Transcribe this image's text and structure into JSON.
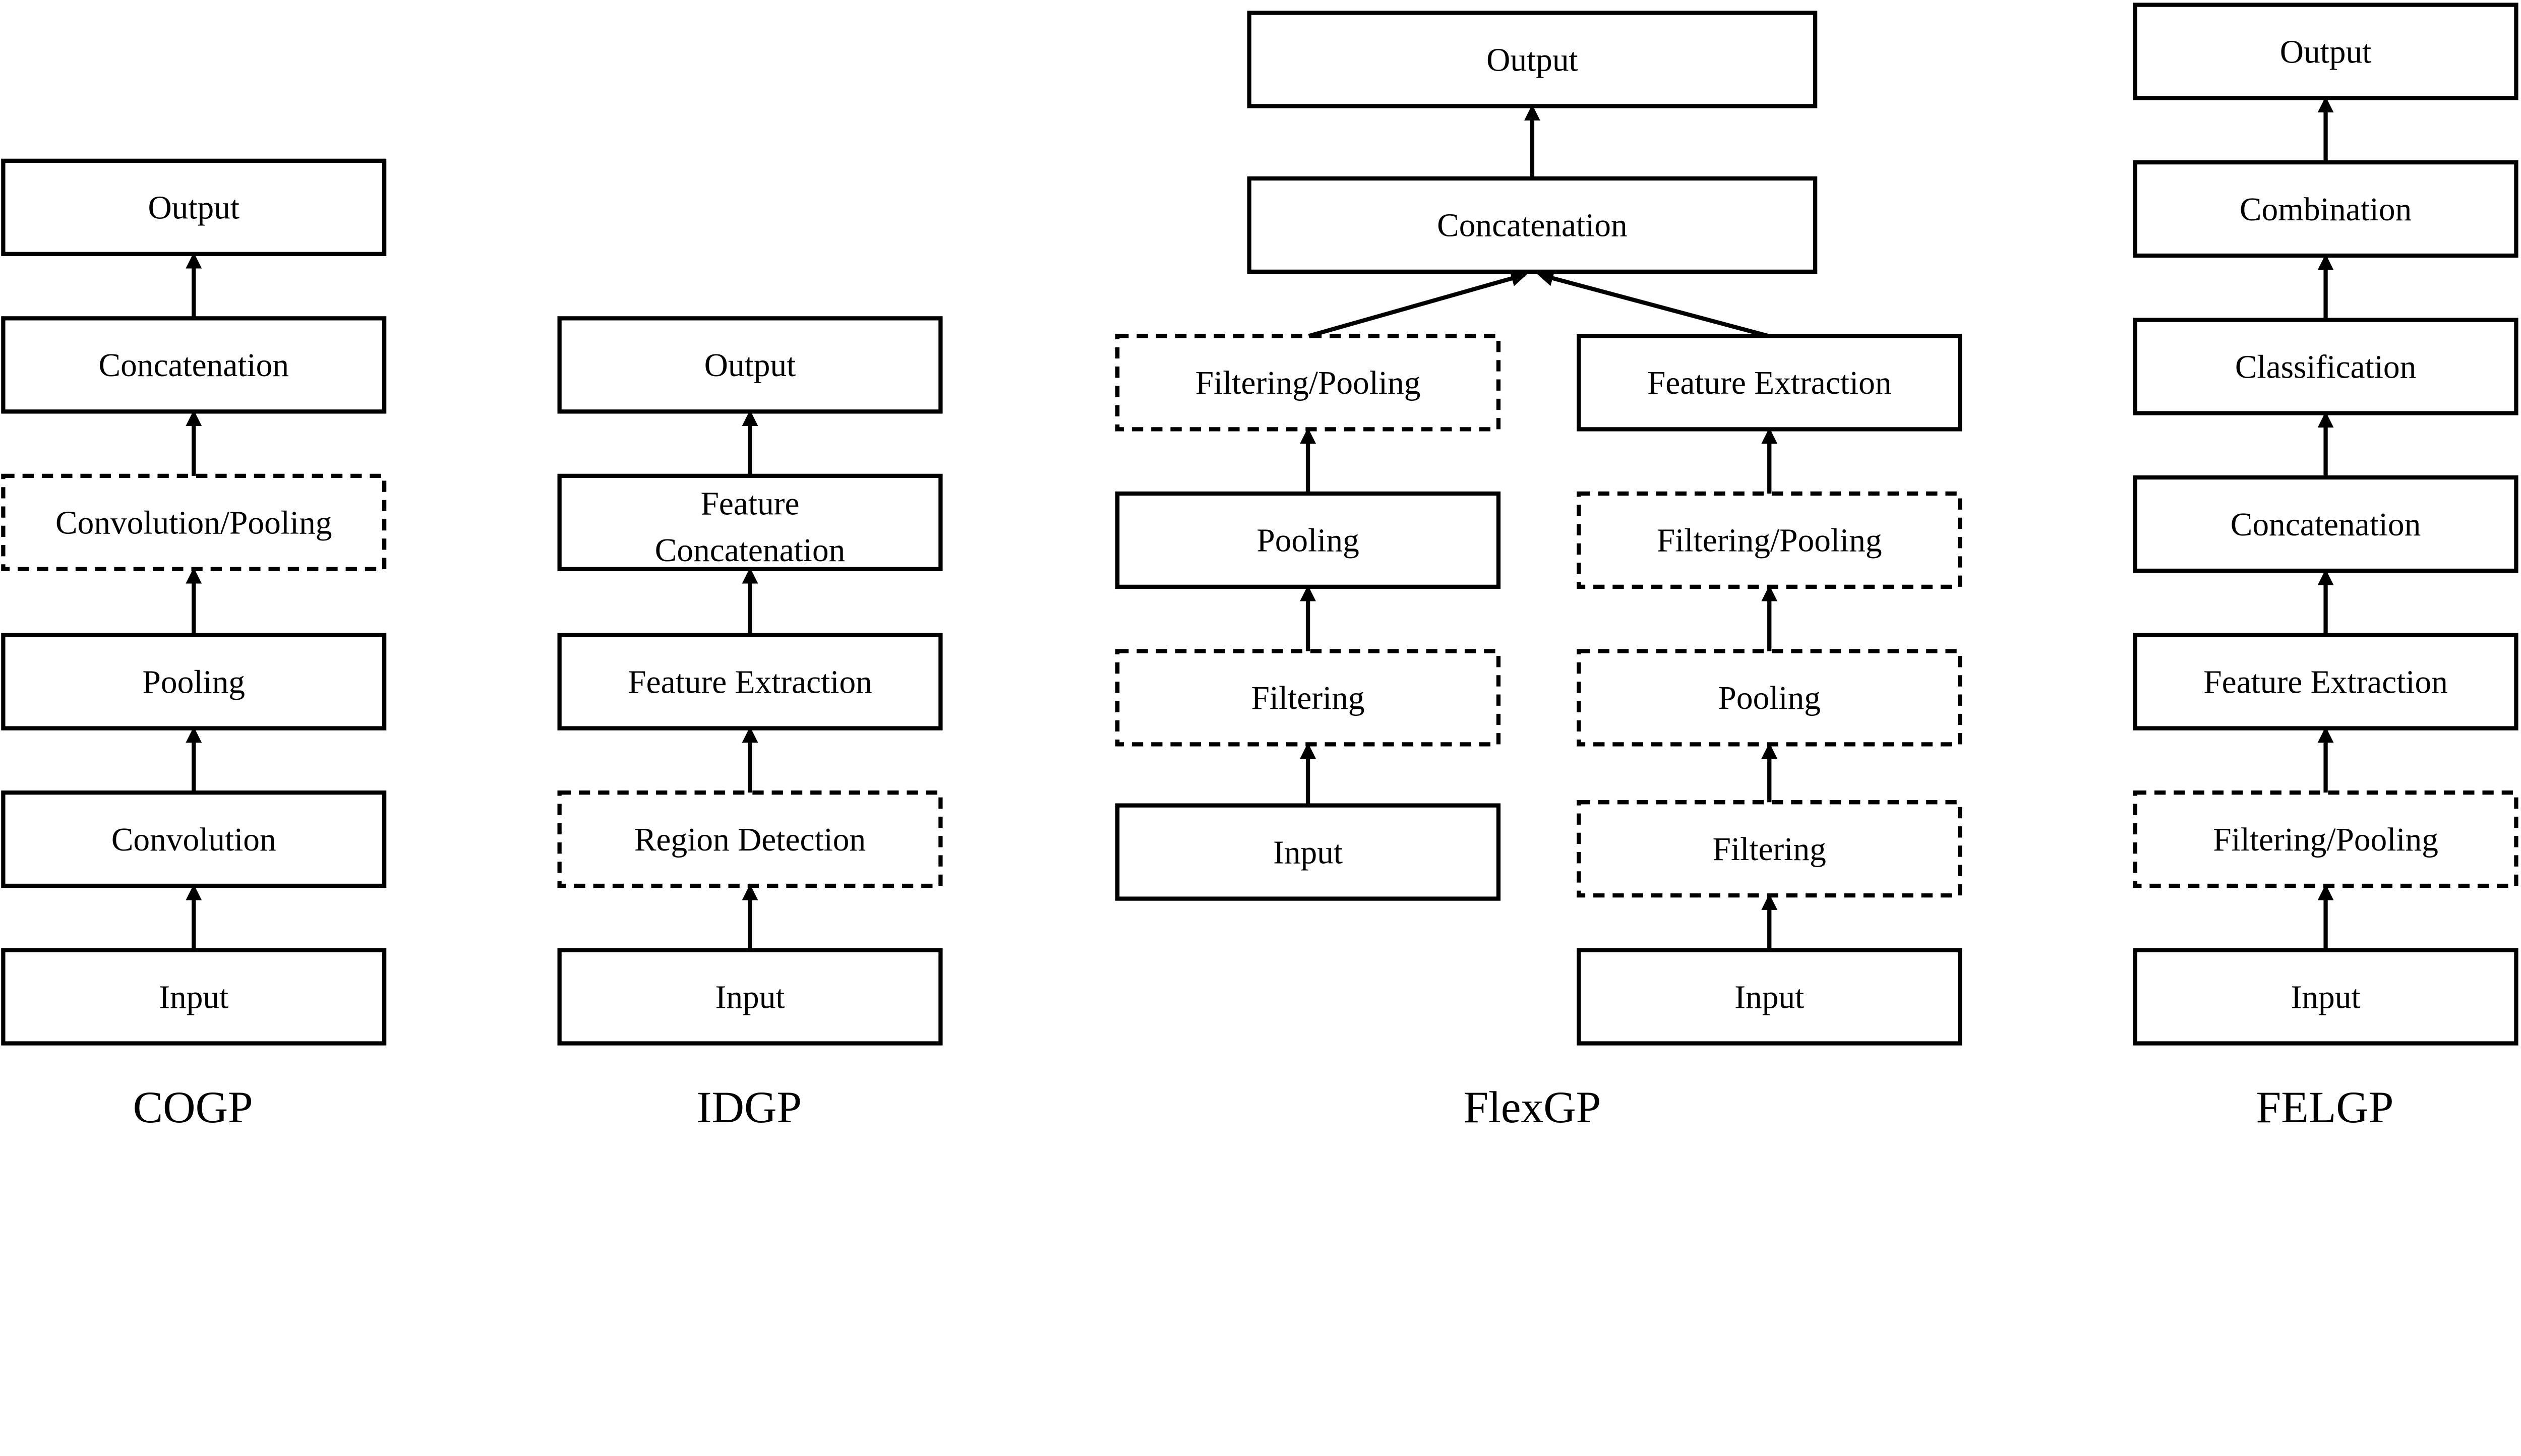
{
  "diagrams": [
    {
      "name": "COGP",
      "boxes": [
        {
          "label": "Output",
          "dashed": false
        },
        {
          "label": "Concatenation",
          "dashed": false
        },
        {
          "label": "Convolution/Pooling",
          "dashed": true
        },
        {
          "label": "Pooling",
          "dashed": false
        },
        {
          "label": "Convolution",
          "dashed": false
        },
        {
          "label": "Input",
          "dashed": false
        }
      ]
    },
    {
      "name": "IDGP",
      "boxes": [
        {
          "label": "Output",
          "dashed": false
        },
        {
          "label": "Feature Concatenation",
          "dashed": false
        },
        {
          "label": "Feature Extraction",
          "dashed": false
        },
        {
          "label": "Region Detection",
          "dashed": true
        },
        {
          "label": "Input",
          "dashed": false
        }
      ]
    },
    {
      "name": "FlexGP",
      "top": [
        {
          "label": "Output",
          "dashed": false
        },
        {
          "label": "Concatenation",
          "dashed": false
        }
      ],
      "left": [
        {
          "label": "Filtering/Pooling",
          "dashed": true
        },
        {
          "label": "Pooling",
          "dashed": false
        },
        {
          "label": "Filtering",
          "dashed": true
        },
        {
          "label": "Input",
          "dashed": false
        }
      ],
      "right": [
        {
          "label": "Feature Extraction",
          "dashed": false
        },
        {
          "label": "Filtering/Pooling",
          "dashed": true
        },
        {
          "label": "Pooling",
          "dashed": true
        },
        {
          "label": "Filtering",
          "dashed": true
        },
        {
          "label": "Input",
          "dashed": false
        }
      ]
    },
    {
      "name": "FELGP",
      "boxes": [
        {
          "label": "Output",
          "dashed": false
        },
        {
          "label": "Combination",
          "dashed": false
        },
        {
          "label": "Classification",
          "dashed": false
        },
        {
          "label": "Concatenation",
          "dashed": false
        },
        {
          "label": "Feature Extraction",
          "dashed": false
        },
        {
          "label": "Filtering/Pooling",
          "dashed": true
        },
        {
          "label": "Input",
          "dashed": false
        }
      ]
    }
  ]
}
